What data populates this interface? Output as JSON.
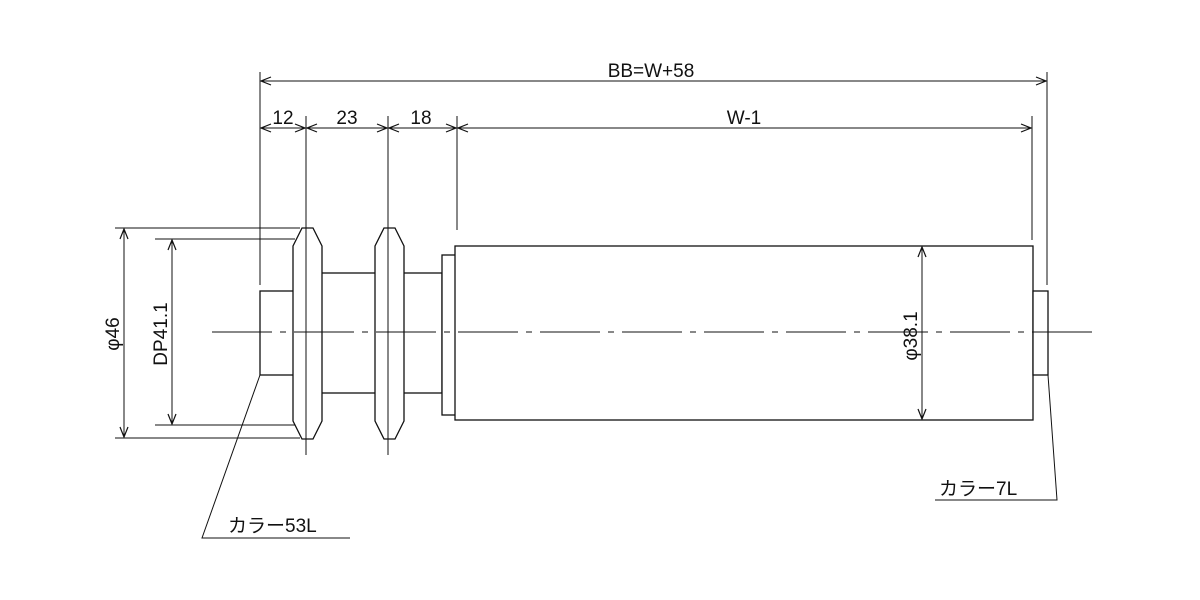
{
  "drawing": {
    "dimensions": {
      "overall_length": "BB=W+58",
      "segment_1": "12",
      "segment_2": "23",
      "segment_3": "18",
      "roller_length": "W-1",
      "sprocket_outer_diameter": "φ46",
      "pitch_diameter": "DP41.1",
      "roller_diameter": "φ38.1"
    },
    "callouts": {
      "left_collar": "カラー53L",
      "right_collar": "カラー7L"
    }
  }
}
